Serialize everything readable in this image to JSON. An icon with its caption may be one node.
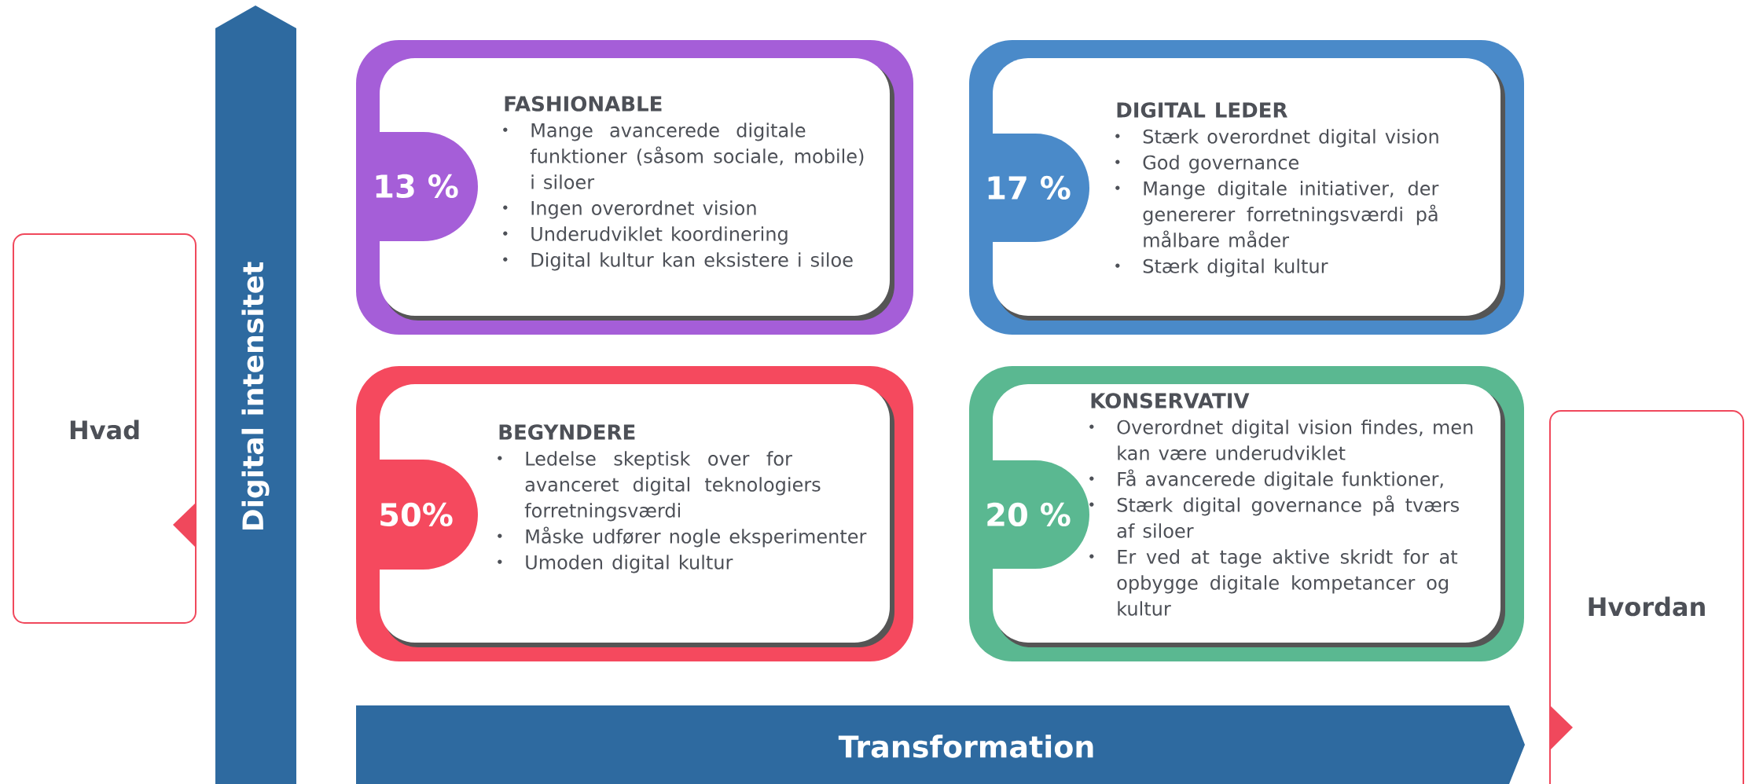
{
  "diagram": {
    "nodes": [
      {
        "text": [
          "Hvad"
        ]
      },
      {
        "text": [
          "Digital intensitet"
        ]
      },
      {
        "text": [
          "FASHIONABLE",
          "Mange avancerede digitale funktioner (såsom sociale, mobile) i siloer",
          "Ingen overordnet vision",
          "Underudviklet koordinering",
          "Digital kultur kan eksistere i siloe"
        ]
      },
      {
        "text": [
          "13 %"
        ],
        "in": 2
      },
      {
        "text": [
          "DIGITAL LEDER",
          "Stærk overordnet digital vision",
          "God governance",
          "Mange digitale initiativer, der genererer forretningsværdi på målbare måder",
          "Stærk digital kultur"
        ]
      },
      {
        "text": [
          "17 %"
        ],
        "in": 4
      },
      {
        "text": [
          "BEGYNDERE",
          "Ledelse skeptisk over for avanceret digital teknologiers forretningsværdi",
          "Måske udfører nogle eksperimenter",
          "Umoden digital kultur"
        ]
      },
      {
        "text": [
          "50%"
        ],
        "in": 6
      },
      {
        "text": [
          "KONSERVATIV",
          "Overordnet digital vision findes, men kan være underudviklet",
          "Få avancerede digitale funktioner,",
          "Stærk digital governance på tværs af siloer",
          "Er ved at tage aktive skridt for at opbygge digitale kompetancer og kultur"
        ]
      },
      {
        "text": [
          "20 %"
        ],
        "in": 8
      },
      {
        "text": [
          "Hvordan"
        ]
      },
      {
        "text": [
          "Transformation"
        ]
      }
    ]
  }
}
